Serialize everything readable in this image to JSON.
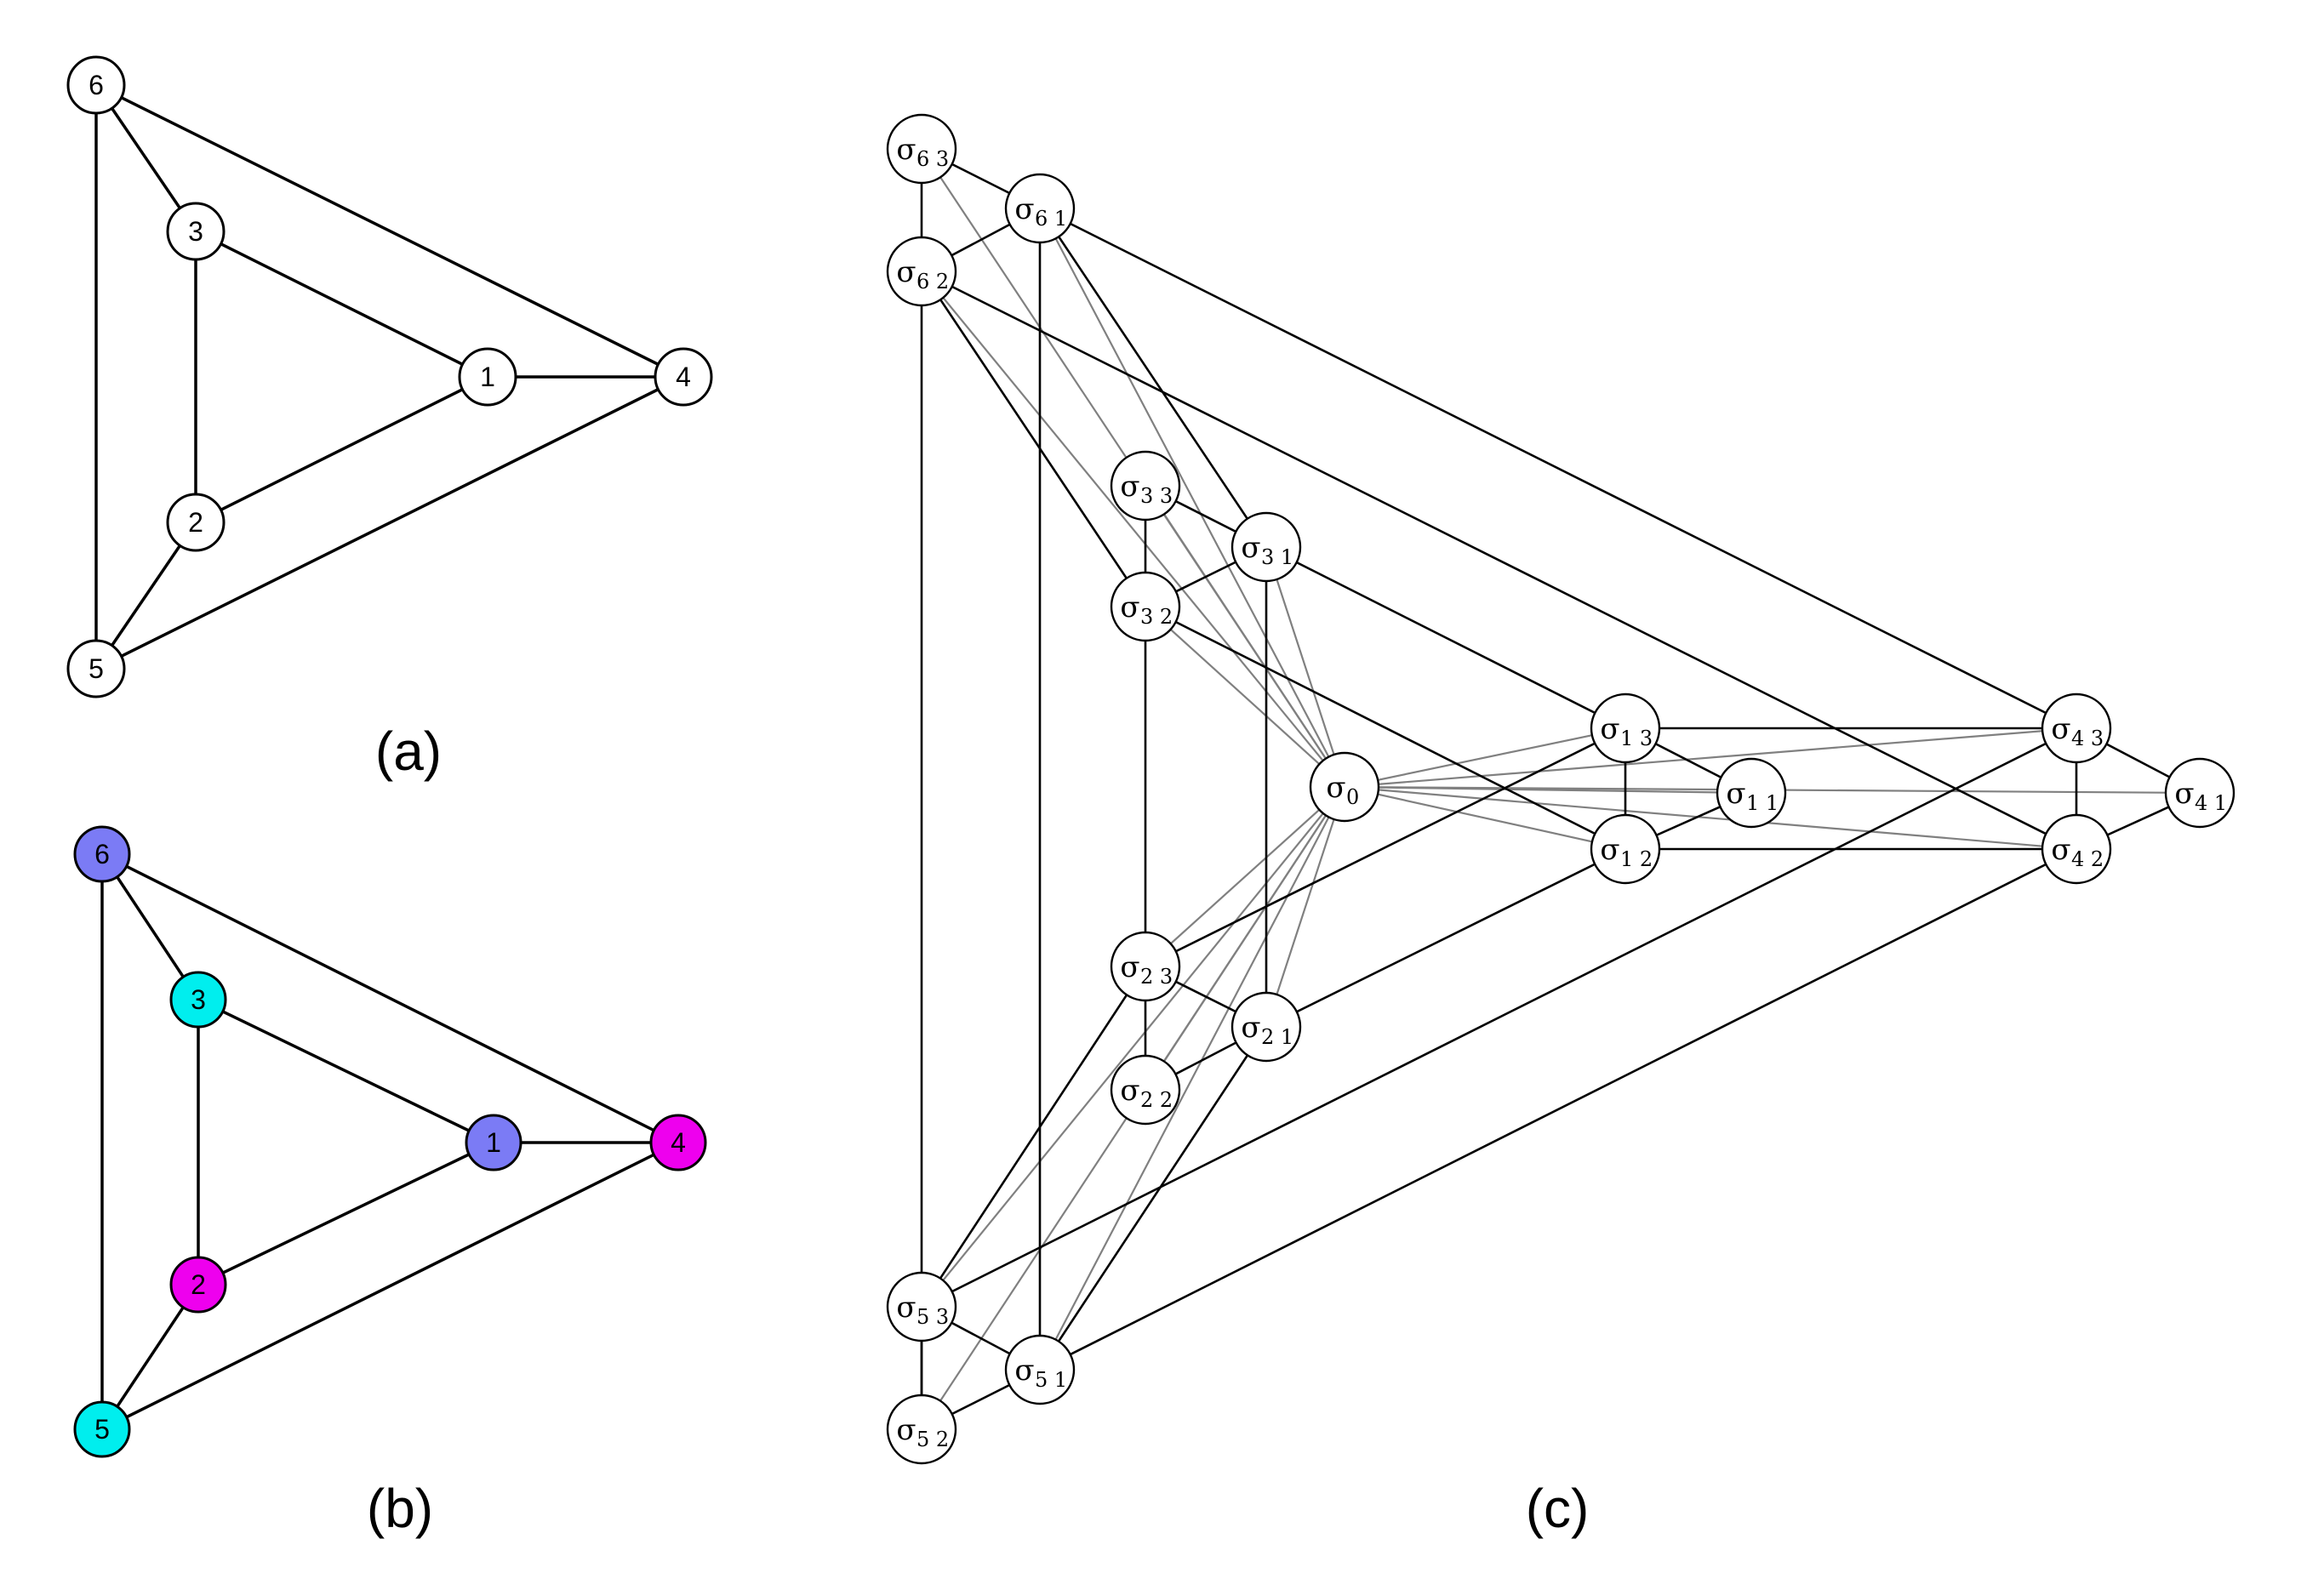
{
  "panels": [
    {
      "id": "a",
      "caption": "(a)",
      "nodes": [
        {
          "id": "1",
          "label": "1",
          "color": "#ffffff"
        },
        {
          "id": "2",
          "label": "2",
          "color": "#ffffff"
        },
        {
          "id": "3",
          "label": "3",
          "color": "#ffffff"
        },
        {
          "id": "4",
          "label": "4",
          "color": "#ffffff"
        },
        {
          "id": "5",
          "label": "5",
          "color": "#ffffff"
        },
        {
          "id": "6",
          "label": "6",
          "color": "#ffffff"
        }
      ],
      "edges": [
        [
          "6",
          "3"
        ],
        [
          "6",
          "4"
        ],
        [
          "6",
          "5"
        ],
        [
          "3",
          "1"
        ],
        [
          "3",
          "2"
        ],
        [
          "1",
          "4"
        ],
        [
          "1",
          "2"
        ],
        [
          "2",
          "5"
        ],
        [
          "5",
          "4"
        ]
      ]
    },
    {
      "id": "b",
      "caption": "(b)",
      "nodes": [
        {
          "id": "1",
          "label": "1",
          "color": "#7b7bf5"
        },
        {
          "id": "2",
          "label": "2",
          "color": "#ee00ee"
        },
        {
          "id": "3",
          "label": "3",
          "color": "#00eeee"
        },
        {
          "id": "4",
          "label": "4",
          "color": "#ee00ee"
        },
        {
          "id": "5",
          "label": "5",
          "color": "#00eeee"
        },
        {
          "id": "6",
          "label": "6",
          "color": "#7b7bf5"
        }
      ],
      "edges": [
        [
          "6",
          "3"
        ],
        [
          "6",
          "4"
        ],
        [
          "6",
          "5"
        ],
        [
          "3",
          "1"
        ],
        [
          "3",
          "2"
        ],
        [
          "1",
          "4"
        ],
        [
          "1",
          "2"
        ],
        [
          "2",
          "5"
        ],
        [
          "5",
          "4"
        ]
      ]
    },
    {
      "id": "c",
      "caption": "(c)",
      "nodes": [
        {
          "id": "0",
          "base": "σ",
          "sub": "0"
        },
        {
          "id": "11",
          "base": "σ",
          "sub": "1 1"
        },
        {
          "id": "12",
          "base": "σ",
          "sub": "1 2"
        },
        {
          "id": "13",
          "base": "σ",
          "sub": "1 3"
        },
        {
          "id": "21",
          "base": "σ",
          "sub": "2 1"
        },
        {
          "id": "22",
          "base": "σ",
          "sub": "2 2"
        },
        {
          "id": "23",
          "base": "σ",
          "sub": "2 3"
        },
        {
          "id": "31",
          "base": "σ",
          "sub": "3 1"
        },
        {
          "id": "32",
          "base": "σ",
          "sub": "3 2"
        },
        {
          "id": "33",
          "base": "σ",
          "sub": "3 3"
        },
        {
          "id": "41",
          "base": "σ",
          "sub": "4 1"
        },
        {
          "id": "42",
          "base": "σ",
          "sub": "4 2"
        },
        {
          "id": "43",
          "base": "σ",
          "sub": "4 3"
        },
        {
          "id": "51",
          "base": "σ",
          "sub": "5 1"
        },
        {
          "id": "52",
          "base": "σ",
          "sub": "5 2"
        },
        {
          "id": "53",
          "base": "σ",
          "sub": "5 3"
        },
        {
          "id": "61",
          "base": "σ",
          "sub": "6 1"
        },
        {
          "id": "62",
          "base": "σ",
          "sub": "6 2"
        },
        {
          "id": "63",
          "base": "σ",
          "sub": "6 3"
        }
      ],
      "black_edges": [
        [
          "63",
          "61"
        ],
        [
          "63",
          "62"
        ],
        [
          "61",
          "62"
        ],
        [
          "33",
          "31"
        ],
        [
          "33",
          "32"
        ],
        [
          "31",
          "32"
        ],
        [
          "13",
          "11"
        ],
        [
          "13",
          "12"
        ],
        [
          "11",
          "12"
        ],
        [
          "23",
          "21"
        ],
        [
          "23",
          "22"
        ],
        [
          "21",
          "22"
        ],
        [
          "43",
          "41"
        ],
        [
          "43",
          "42"
        ],
        [
          "41",
          "42"
        ],
        [
          "53",
          "51"
        ],
        [
          "53",
          "52"
        ],
        [
          "51",
          "52"
        ],
        [
          "61",
          "31"
        ],
        [
          "62",
          "32"
        ],
        [
          "61",
          "43"
        ],
        [
          "62",
          "42"
        ],
        [
          "31",
          "13"
        ],
        [
          "32",
          "12"
        ],
        [
          "31",
          "21"
        ],
        [
          "32",
          "23"
        ],
        [
          "13",
          "43"
        ],
        [
          "12",
          "42"
        ],
        [
          "13",
          "23"
        ],
        [
          "12",
          "21"
        ],
        [
          "62",
          "52"
        ],
        [
          "61",
          "51"
        ],
        [
          "23",
          "53"
        ],
        [
          "21",
          "51"
        ],
        [
          "43",
          "53"
        ],
        [
          "42",
          "51"
        ]
      ],
      "gray_edges": [
        [
          "0",
          "63"
        ],
        [
          "0",
          "61"
        ],
        [
          "0",
          "62"
        ],
        [
          "0",
          "33"
        ],
        [
          "0",
          "31"
        ],
        [
          "0",
          "32"
        ],
        [
          "0",
          "13"
        ],
        [
          "0",
          "12"
        ],
        [
          "0",
          "11"
        ],
        [
          "0",
          "43"
        ],
        [
          "0",
          "41"
        ],
        [
          "0",
          "42"
        ],
        [
          "0",
          "23"
        ],
        [
          "0",
          "22"
        ],
        [
          "0",
          "21"
        ],
        [
          "0",
          "53"
        ],
        [
          "0",
          "51"
        ],
        [
          "0",
          "52"
        ]
      ]
    }
  ]
}
